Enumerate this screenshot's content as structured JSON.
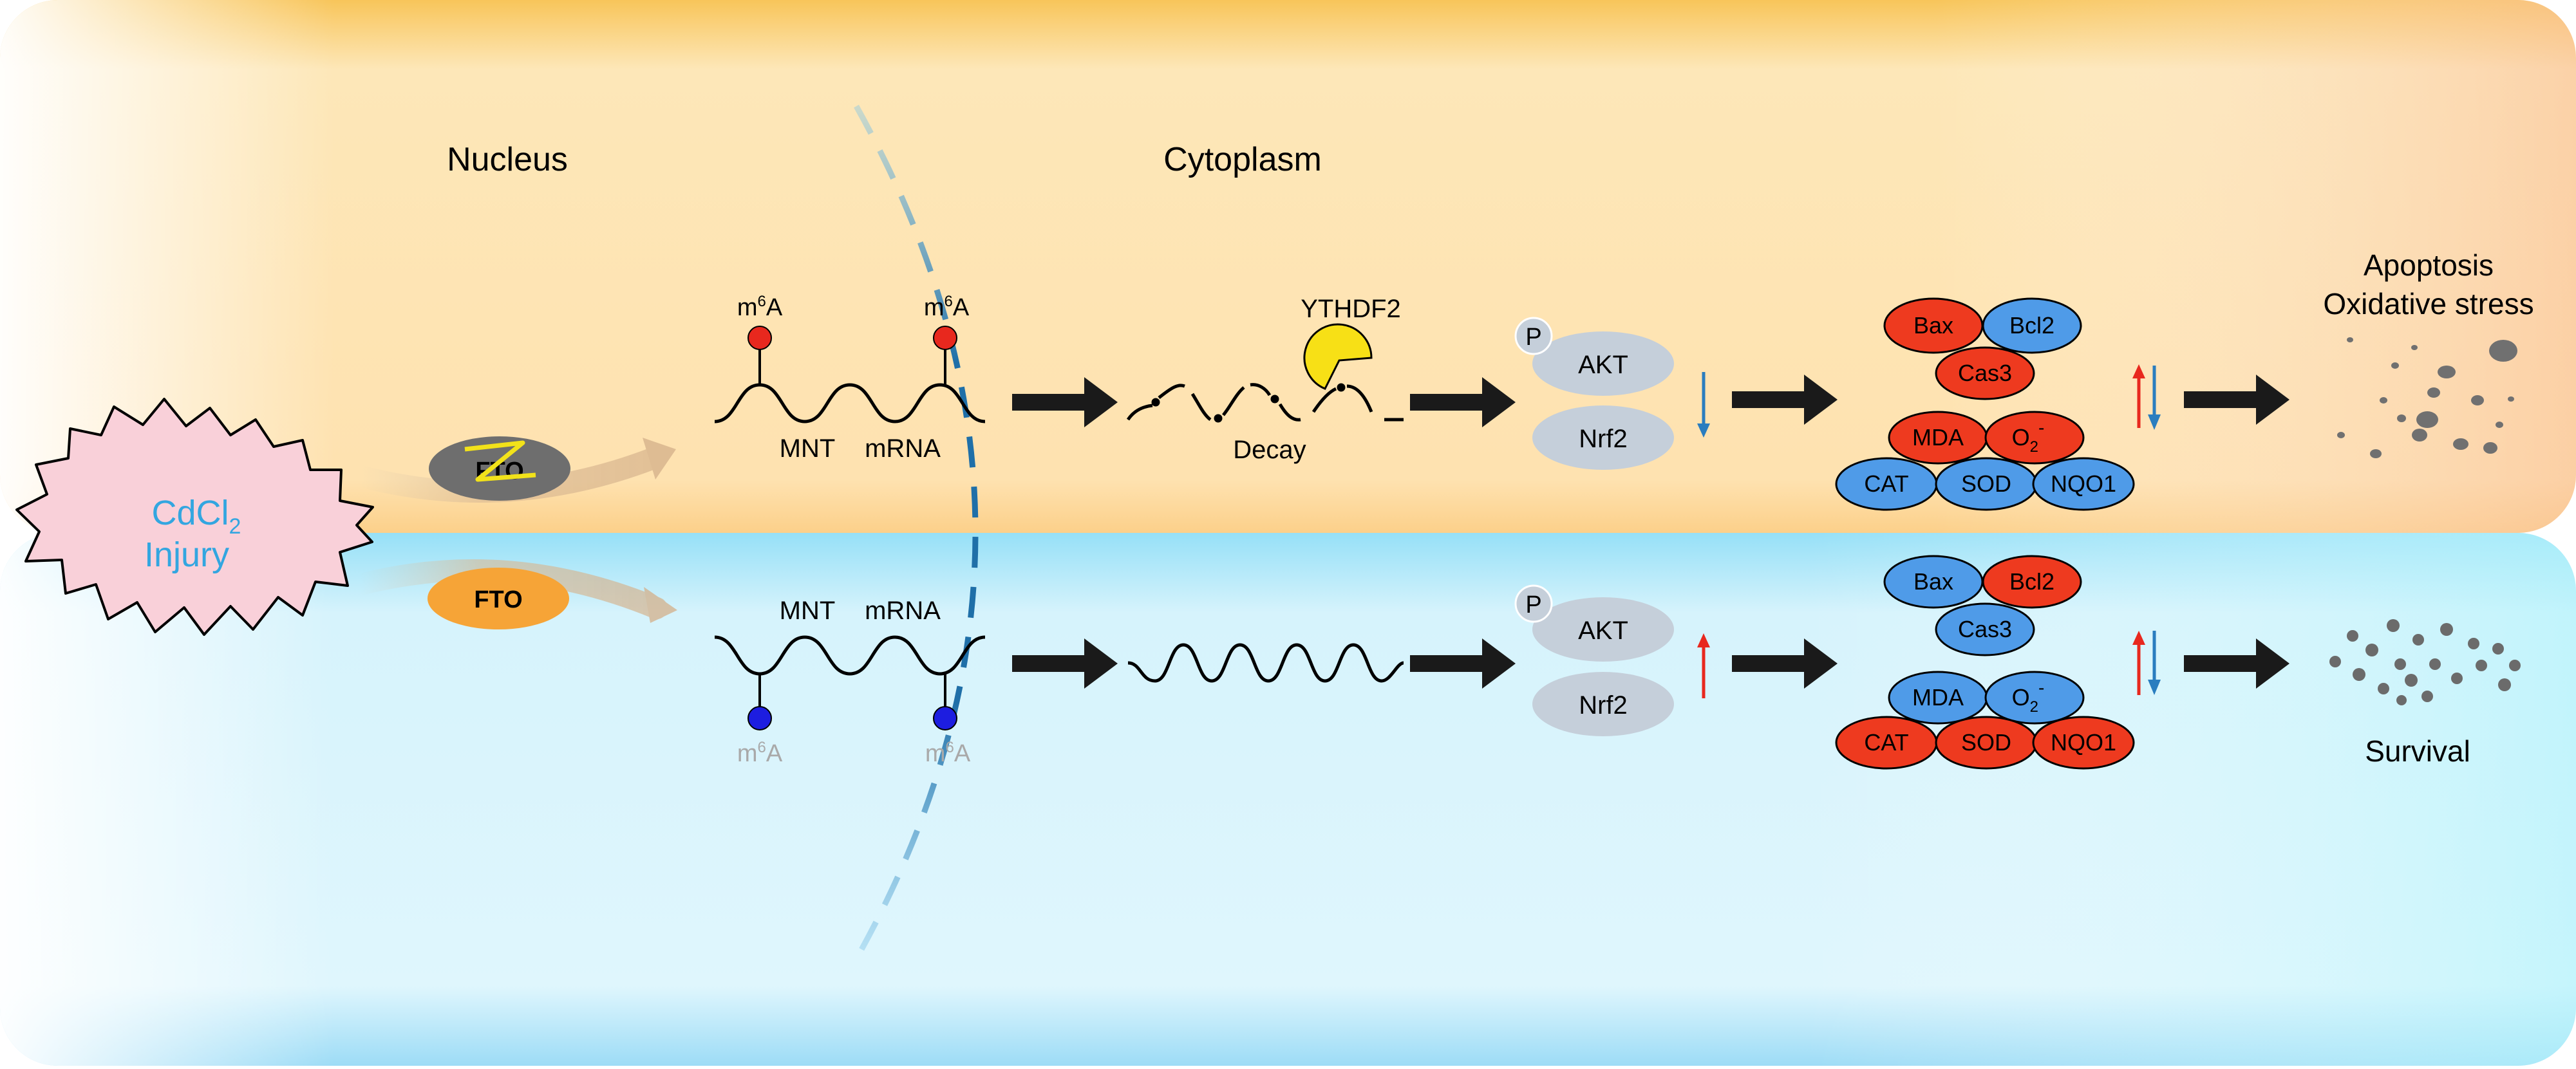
{
  "regions": {
    "nucleus": "Nucleus",
    "cytoplasm": "Cytoplasm"
  },
  "injury": {
    "line1": "CdCl",
    "sub": "2",
    "line2": "Injury"
  },
  "fto": {
    "top": "FTO",
    "bottom": "FTO"
  },
  "mrna": {
    "m6a_base": "m",
    "m6a_sup": "6",
    "m6a_end": "A",
    "gene": "MNT",
    "rna": "mRNA"
  },
  "decay": {
    "label": "Decay",
    "reader": "YTHDF2"
  },
  "signaling": {
    "p": "P",
    "akt": "AKT",
    "nrf2": "Nrf2"
  },
  "markers": {
    "bax": "Bax",
    "bcl2": "Bcl2",
    "cas3": "Cas3",
    "mda": "MDA",
    "o2": "O",
    "o2_sub": "2",
    "o2_sup": "-",
    "cat": "CAT",
    "sod": "SOD",
    "nqo1": "NQO1"
  },
  "outcomes": {
    "apoptosis": "Apoptosis",
    "oxidative": "Oxidative stress",
    "survival": "Survival"
  },
  "colors": {
    "up_red": "#e8281e",
    "down_blue": "#2a7dbf",
    "marker_red": "#ee3a1f",
    "marker_blue": "#4f9be8",
    "fto_active": "#f6a437",
    "fto_inactive": "#6e6e6e",
    "injury_fill": "#f9d0d9",
    "injury_text": "#33a6e0"
  }
}
